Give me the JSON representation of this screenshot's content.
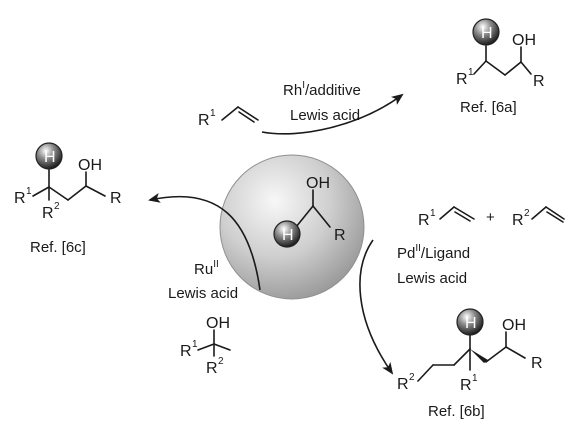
{
  "atoms": {
    "H": "H",
    "OH": "OH",
    "R": "R",
    "R1": "R",
    "R2": "R",
    "sup1": "1",
    "sup2": "2",
    "plus": "+"
  },
  "conditions": {
    "top": {
      "catalyst": "Rh",
      "catalyst_sup": "I",
      "catalyst_suffix": "/additive",
      "line2": "Lewis acid"
    },
    "left": {
      "catalyst": "Ru",
      "catalyst_sup": "II",
      "line2": "Lewis acid"
    },
    "right": {
      "catalyst": "Pd",
      "catalyst_sup": "II",
      "catalyst_suffix": "/Ligand",
      "line2": "Lewis acid"
    }
  },
  "refs": {
    "a": "Ref. [6a]",
    "b": "Ref. [6b]",
    "c": "Ref. [6c]"
  },
  "colors": {
    "sphere_light": "#f4f4f4",
    "sphere_dark": "#9c9c9c",
    "ink": "#1a1a1a"
  }
}
